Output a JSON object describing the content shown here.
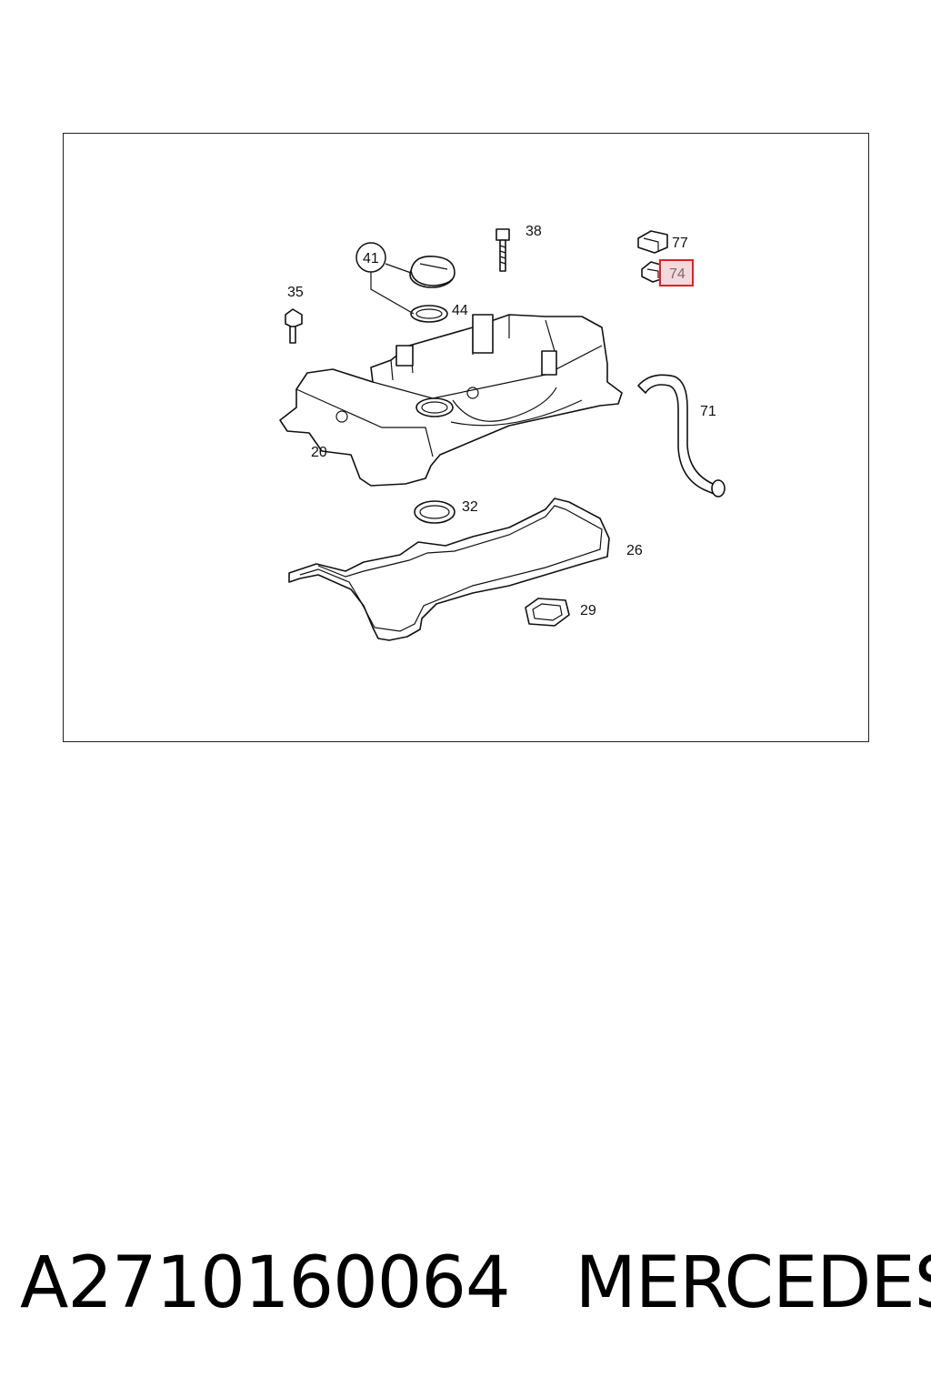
{
  "diagram": {
    "callouts": [
      "41",
      "44",
      "38",
      "77",
      "74",
      "35",
      "71",
      "20",
      "32",
      "26",
      "29"
    ],
    "highlighted_callout": "74",
    "highlight_color": "#e0202a"
  },
  "caption": {
    "part_number": "A2710160064",
    "brand": "MERCEDES"
  }
}
